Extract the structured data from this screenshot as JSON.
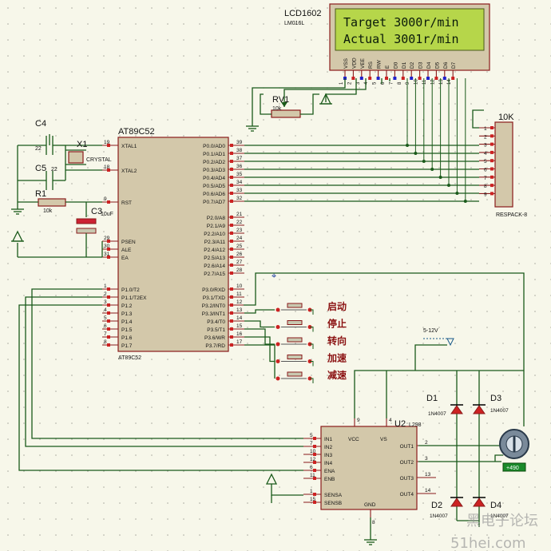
{
  "lcd": {
    "label": "LCD1602",
    "model": "LM016L",
    "line1": "Target 3000r/min",
    "line2": "Actual 3001r/min",
    "pins": [
      "VSS",
      "VDD",
      "VEE",
      "RS",
      "RW",
      "E",
      "D0",
      "D1",
      "D2",
      "D3",
      "D4",
      "D5",
      "D6",
      "D7"
    ],
    "pin_numbers": [
      "1",
      "2",
      "3",
      "4",
      "5",
      "6",
      "7",
      "8",
      "9",
      "10",
      "11",
      "12",
      "13",
      "14"
    ]
  },
  "rv1": {
    "name": "RV1",
    "value": "10k"
  },
  "mcu": {
    "name": "AT89C52",
    "footer": "AT89C52",
    "left_pins": [
      {
        "num": "19",
        "name": "XTAL1"
      },
      {
        "num": "18",
        "name": "XTAL2"
      },
      {
        "num": "9",
        "name": "RST"
      },
      {
        "num": "29",
        "name": "PSEN"
      },
      {
        "num": "30",
        "name": "ALE"
      },
      {
        "num": "31",
        "name": "EA"
      },
      {
        "num": "1",
        "name": "P1.0/T2"
      },
      {
        "num": "2",
        "name": "P1.1/T2EX"
      },
      {
        "num": "3",
        "name": "P1.2"
      },
      {
        "num": "4",
        "name": "P1.3"
      },
      {
        "num": "5",
        "name": "P1.4"
      },
      {
        "num": "6",
        "name": "P1.5"
      },
      {
        "num": "7",
        "name": "P1.6"
      },
      {
        "num": "8",
        "name": "P1.7"
      }
    ],
    "right_pins": [
      {
        "num": "39",
        "name": "P0.0/AD0"
      },
      {
        "num": "38",
        "name": "P0.1/AD1"
      },
      {
        "num": "37",
        "name": "P0.2/AD2"
      },
      {
        "num": "36",
        "name": "P0.3/AD3"
      },
      {
        "num": "35",
        "name": "P0.4/AD4"
      },
      {
        "num": "34",
        "name": "P0.5/AD5"
      },
      {
        "num": "33",
        "name": "P0.6/AD6"
      },
      {
        "num": "32",
        "name": "P0.7/AD7"
      },
      {
        "num": "21",
        "name": "P2.0/A8"
      },
      {
        "num": "22",
        "name": "P2.1/A9"
      },
      {
        "num": "23",
        "name": "P2.2/A10"
      },
      {
        "num": "24",
        "name": "P2.3/A11"
      },
      {
        "num": "25",
        "name": "P2.4/A12"
      },
      {
        "num": "26",
        "name": "P2.5/A13"
      },
      {
        "num": "27",
        "name": "P2.6/A14"
      },
      {
        "num": "28",
        "name": "P2.7/A15"
      },
      {
        "num": "10",
        "name": "P3.0/RXD"
      },
      {
        "num": "11",
        "name": "P3.1/TXD"
      },
      {
        "num": "12",
        "name": "P3.2/INT0"
      },
      {
        "num": "13",
        "name": "P3.3/INT1"
      },
      {
        "num": "14",
        "name": "P3.4/T0"
      },
      {
        "num": "15",
        "name": "P3.5/T1"
      },
      {
        "num": "16",
        "name": "P3.6/WR"
      },
      {
        "num": "17",
        "name": "P3.7/RD"
      }
    ]
  },
  "c4": {
    "name": "C4",
    "value": "22"
  },
  "c5": {
    "name": "C5",
    "value": "22"
  },
  "x1": {
    "name": "X1",
    "value": "CRYSTAL"
  },
  "r1": {
    "name": "R1",
    "value": "10k"
  },
  "c3": {
    "name": "C3",
    "value": "10uF"
  },
  "respack": {
    "name": "10K",
    "model": "RESPACK-8",
    "pins": [
      "1",
      "2",
      "3",
      "4",
      "5",
      "6",
      "7",
      "8",
      "9"
    ]
  },
  "buttons": [
    "启动",
    "停止",
    "转向",
    "加速",
    "减速"
  ],
  "supply": {
    "label": "5-12V"
  },
  "u2": {
    "name": "U2",
    "model": "L298",
    "left_pins": [
      {
        "num": "5",
        "name": "IN1"
      },
      {
        "num": "7",
        "name": "IN2"
      },
      {
        "num": "10",
        "name": "IN3"
      },
      {
        "num": "12",
        "name": "IN4"
      },
      {
        "num": "6",
        "name": "ENA"
      },
      {
        "num": "11",
        "name": "ENB"
      },
      {
        "num": "1",
        "name": "SENSA"
      },
      {
        "num": "15",
        "name": "SENSB"
      }
    ],
    "top_pins": [
      {
        "num": "9",
        "name": "VCC"
      },
      {
        "num": "4",
        "name": "VS"
      }
    ],
    "right_pins": [
      {
        "num": "2",
        "name": "OUT1"
      },
      {
        "num": "3",
        "name": "OUT2"
      },
      {
        "num": "13",
        "name": "OUT3"
      },
      {
        "num": "14",
        "name": "OUT4"
      }
    ],
    "bottom_pin": {
      "num": "8",
      "name": "GND"
    }
  },
  "diodes": [
    {
      "name": "D1",
      "model": "1N4007"
    },
    {
      "name": "D3",
      "model": "1N4007"
    },
    {
      "name": "D2",
      "model": "1N4007"
    },
    {
      "name": "D4",
      "model": "1N4007"
    }
  ],
  "motor": {
    "readout": "+490"
  },
  "watermark": {
    "cn": "黑电子论坛",
    "url": "51hei.com"
  }
}
